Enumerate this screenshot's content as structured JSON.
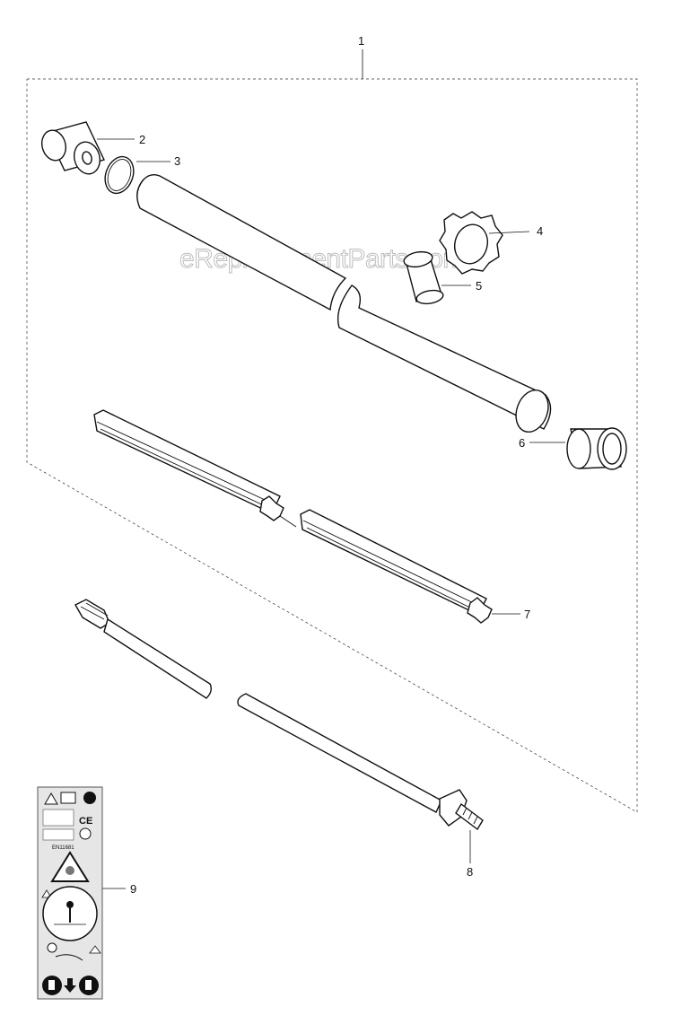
{
  "watermark": "eReplacementParts.com",
  "callouts": [
    {
      "id": "1",
      "label": "1"
    },
    {
      "id": "2",
      "label": "2"
    },
    {
      "id": "3",
      "label": "3"
    },
    {
      "id": "4",
      "label": "4"
    },
    {
      "id": "5",
      "label": "5"
    },
    {
      "id": "6",
      "label": "6"
    },
    {
      "id": "7",
      "label": "7"
    },
    {
      "id": "8",
      "label": "8"
    },
    {
      "id": "9",
      "label": "9"
    }
  ],
  "decal": {
    "ce_mark": "CE",
    "standard_text": "EN11681"
  }
}
